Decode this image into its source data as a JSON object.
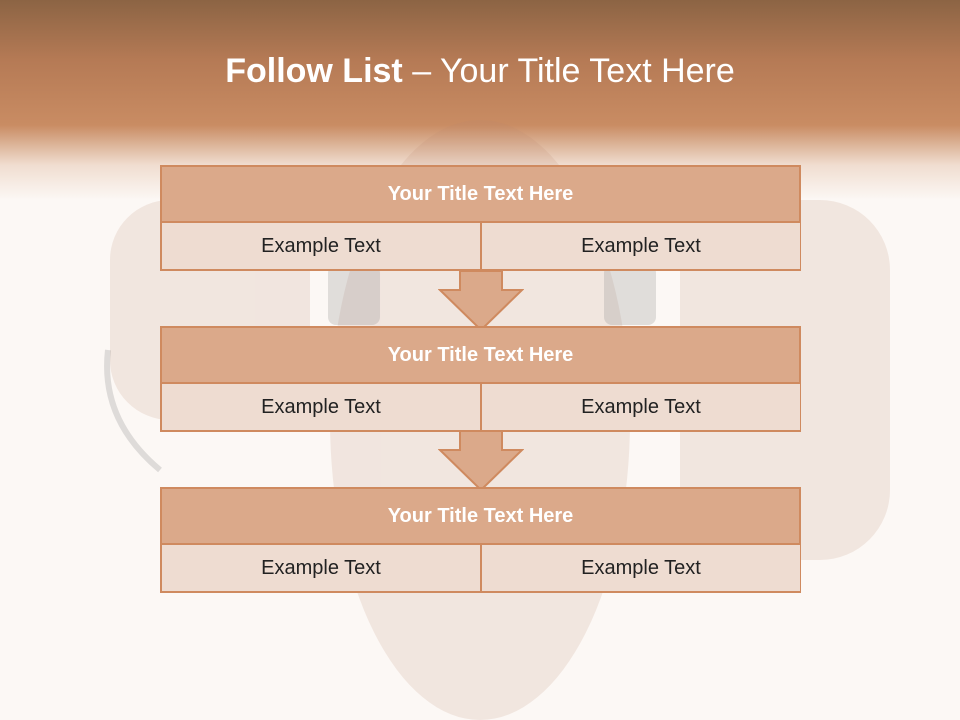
{
  "header": {
    "title_bold": "Follow List",
    "title_rest": " – Your Title Text Here"
  },
  "colors": {
    "accent": "#cf8a5f",
    "title_fill": "#dba98a",
    "cell_fill": "#eedcd1"
  },
  "blocks": [
    {
      "title": "Your Title Text Here",
      "left": "Example Text",
      "right": "Example Text"
    },
    {
      "title": "Your Title Text Here",
      "left": "Example Text",
      "right": "Example Text"
    },
    {
      "title": "Your Title Text Here",
      "left": "Example Text",
      "right": "Example Text"
    }
  ]
}
